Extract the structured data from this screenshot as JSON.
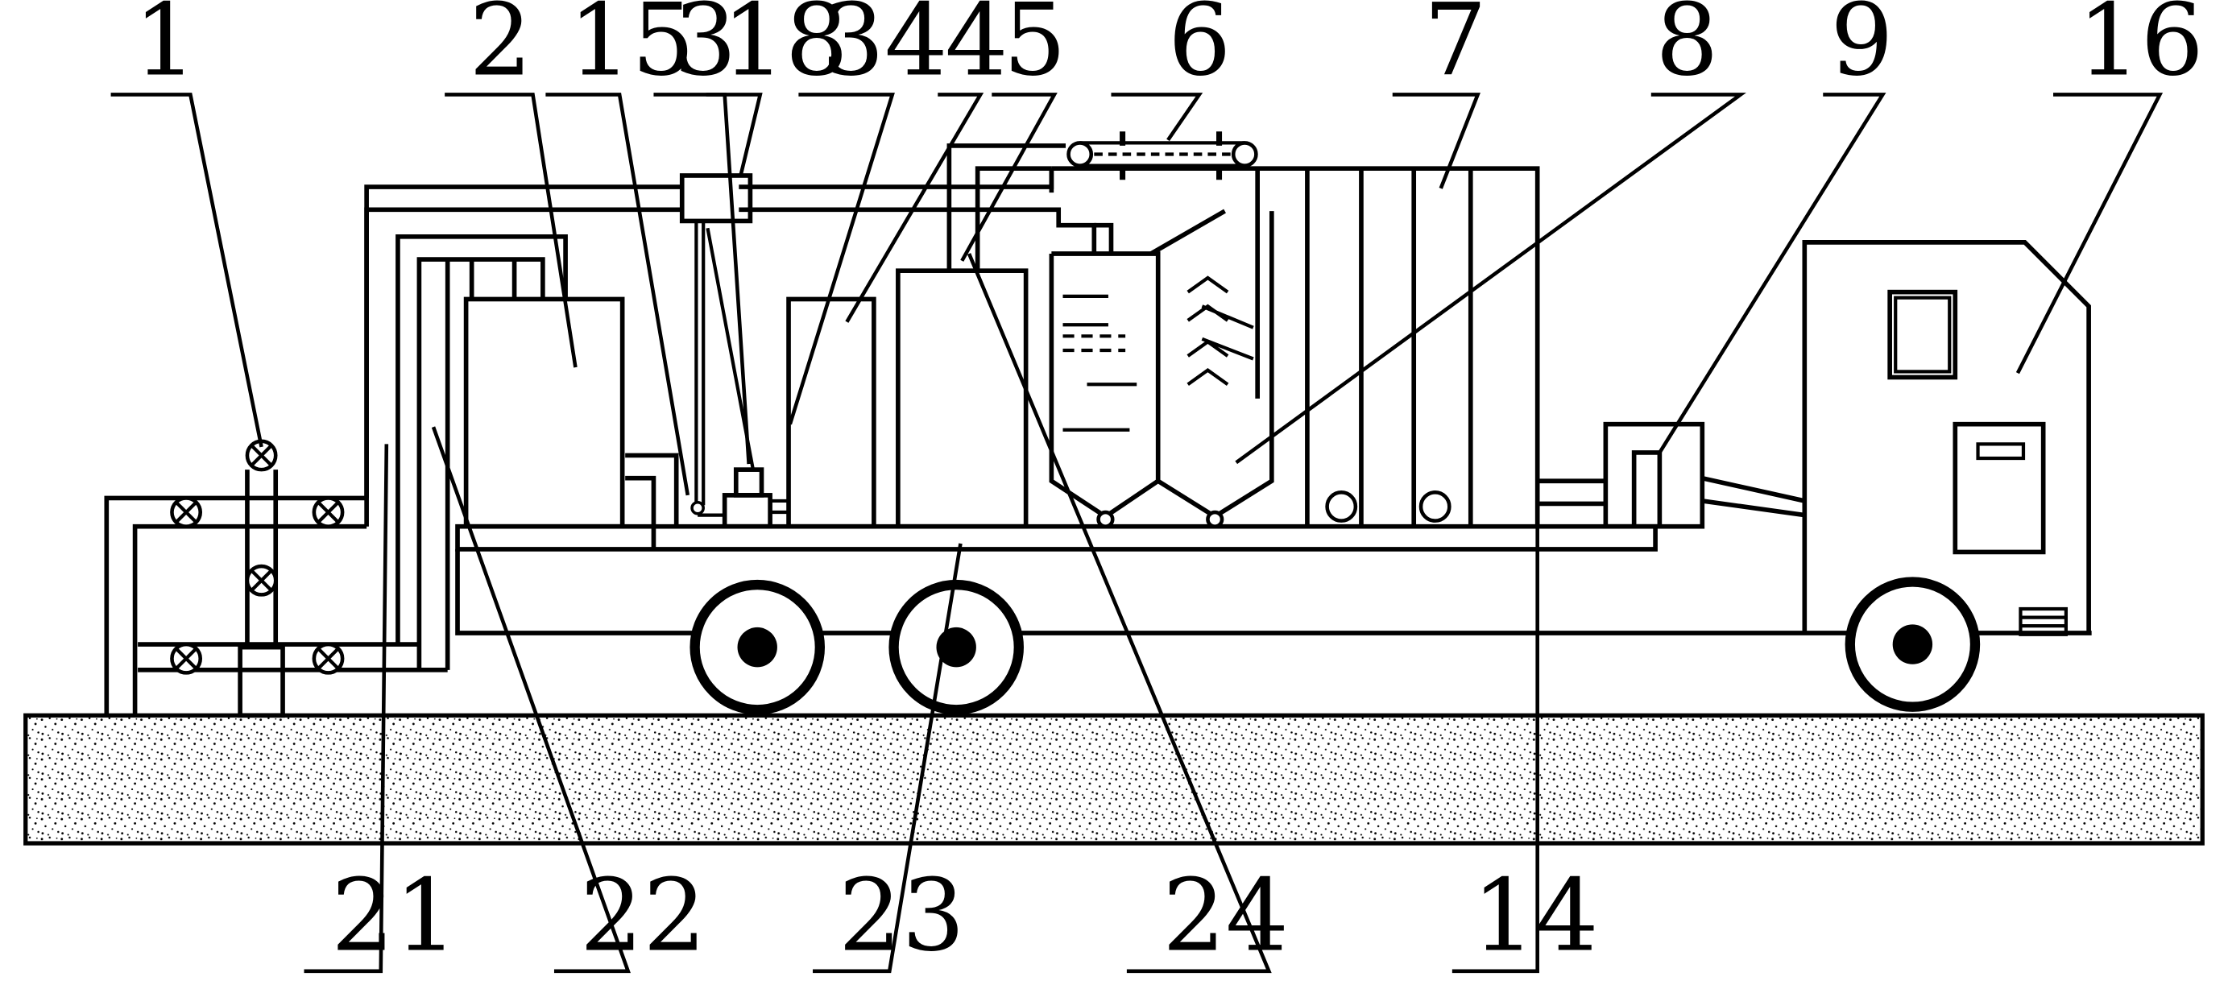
{
  "labels": {
    "top": [
      "1",
      "2",
      "15",
      "3",
      "18",
      "34",
      "4",
      "5",
      "6",
      "7",
      "8",
      "9",
      "16"
    ],
    "bottom": [
      "21",
      "22",
      "23",
      "24",
      "14"
    ]
  }
}
